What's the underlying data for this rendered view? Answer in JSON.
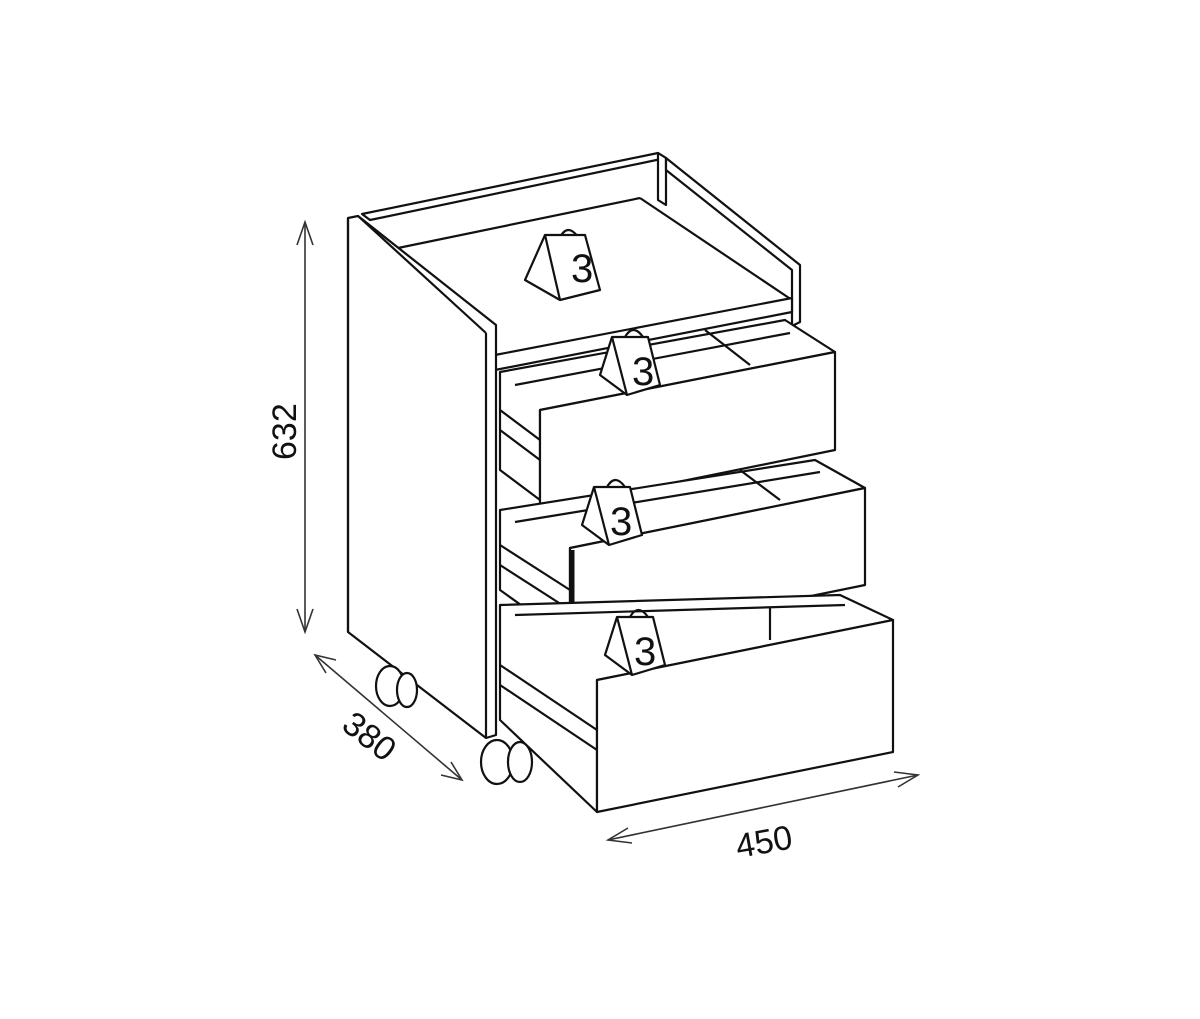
{
  "dimensions": {
    "height": "632",
    "depth": "380",
    "width": "450"
  },
  "weights": {
    "top_shelf": "3",
    "drawer_1": "3",
    "drawer_2": "3",
    "drawer_3": "3"
  }
}
